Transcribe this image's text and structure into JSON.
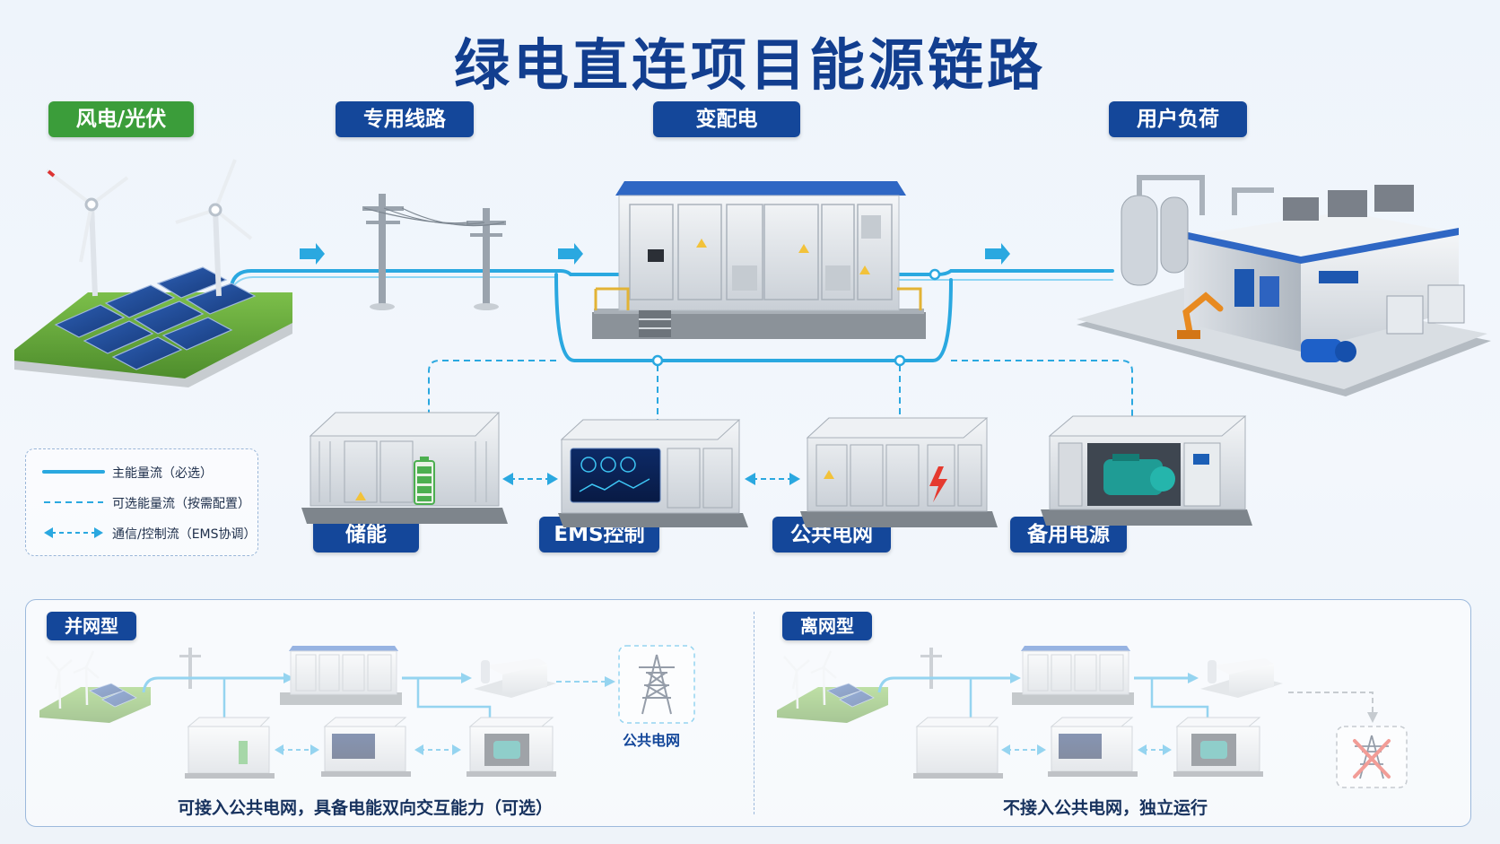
{
  "title": "绿电直连项目能源链路",
  "labels": {
    "wind_solar": "风电/光伏",
    "dedicated_line": "专用线路",
    "substation": "变配电",
    "user_load": "用户负荷",
    "storage": "储能",
    "ems": "EMS控制",
    "public_grid": "公共电网",
    "backup_power": "备用电源"
  },
  "legend": {
    "main_flow": "主能量流（必选）",
    "optional_flow": "可选能量流（按需配置）",
    "comm_flow": "通信/控制流（EMS协调）"
  },
  "grid_connected": {
    "title": "并网型",
    "grid_label": "公共电网",
    "caption": "可接入公共电网，具备电能双向交互能力（可选）"
  },
  "off_grid": {
    "title": "离网型",
    "caption": "不接入公共电网，独立运行"
  },
  "colors": {
    "main_flow": "#2aa8e0",
    "label_blue": "#14479a",
    "label_green": "#3b9d3a",
    "title_blue": "#123e8f"
  }
}
